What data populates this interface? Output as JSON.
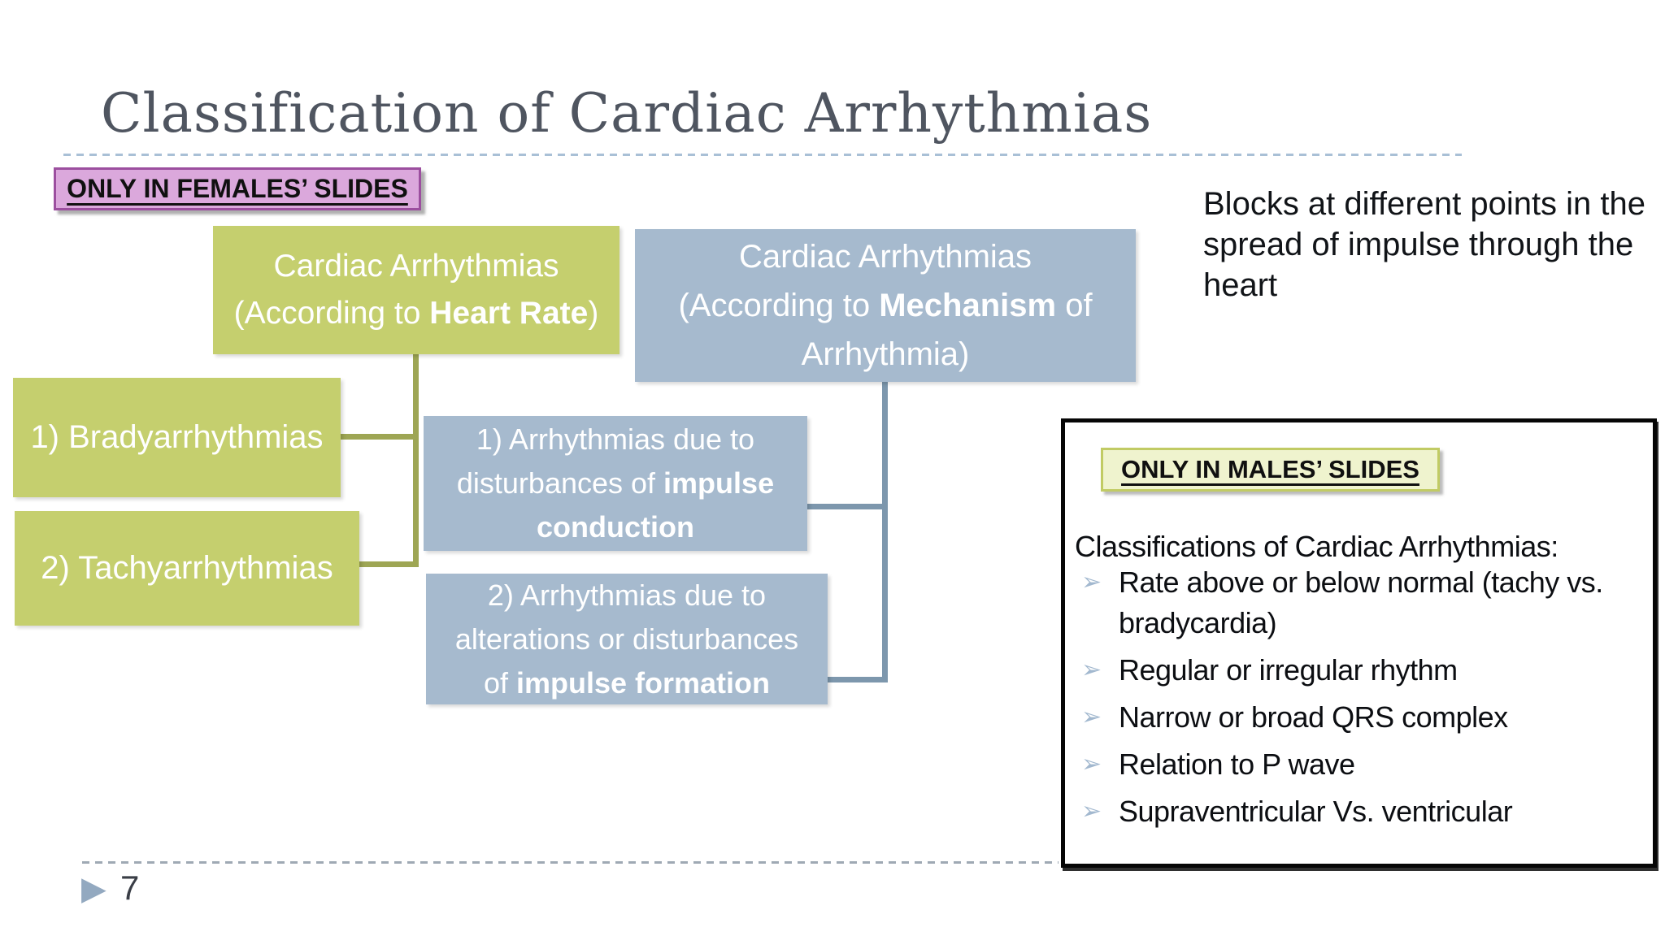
{
  "slide": {
    "title": "Classification of Cardiac Arrhythmias",
    "page_number": "7"
  },
  "badges": {
    "females": "ONLY IN FEMALES’ SLIDES",
    "males": "ONLY IN MALES’ SLIDES"
  },
  "flow_left": {
    "parent_line1": "Cardiac Arrhythmias",
    "parent_line2": [
      {
        "t": "(According to "
      },
      {
        "t": "Heart Rate",
        "b": true
      },
      {
        "t": ")"
      }
    ],
    "child1": "1) Bradyarrhythmias",
    "child2": "2) Tachyarrhythmias"
  },
  "flow_right": {
    "parent_line1": "Cardiac Arrhythmias",
    "parent_line2": [
      [
        {
          "t": "(According to "
        },
        {
          "t": "Mechanism",
          "b": true
        },
        {
          "t": " of"
        }
      ],
      [
        {
          "t": "Arrhythmia)"
        }
      ]
    ],
    "child1": [
      [
        {
          "t": "1) Arrhythmias due to"
        }
      ],
      [
        {
          "t": "disturbances of "
        },
        {
          "t": "impulse",
          "b": true
        }
      ],
      [
        {
          "t": "conduction",
          "b": true
        }
      ]
    ],
    "child2": [
      [
        {
          "t": "2) Arrhythmias due to"
        }
      ],
      [
        {
          "t": "alterations or disturbances"
        }
      ],
      [
        {
          "t": "of "
        },
        {
          "t": "impulse formation",
          "b": true
        }
      ]
    ]
  },
  "note": {
    "text": "Blocks at different points in the spread of impulse through the heart"
  },
  "males_box": {
    "heading": "Classifications of Cardiac Arrhythmias:",
    "bullets": [
      "Rate above or below normal (tachy vs. bradycardia)",
      "Regular or irregular rhythm",
      "Narrow or broad QRS complex",
      "Relation to P wave",
      "Supraventricular Vs. ventricular"
    ]
  },
  "icons": {
    "bullet_arrow": "➢",
    "page_arrow": "▶"
  },
  "colors": {
    "green_box": "#C5CF6E",
    "green_line": "#9EA654",
    "blue_box": "#A6BACE",
    "blue_line": "#7D97AD",
    "female_badge_fill": "#DBA8DC",
    "female_badge_border": "#9C4F9F",
    "male_badge_fill": "#EFF3CE",
    "male_badge_border": "#C1CB64",
    "title_color": "#4F5560",
    "bullet_arrow": "#A2B8CF",
    "page_arrow": "#93A9C0",
    "dash_top": "#A9C0D6",
    "dash_bottom": "#9FA9B4"
  }
}
